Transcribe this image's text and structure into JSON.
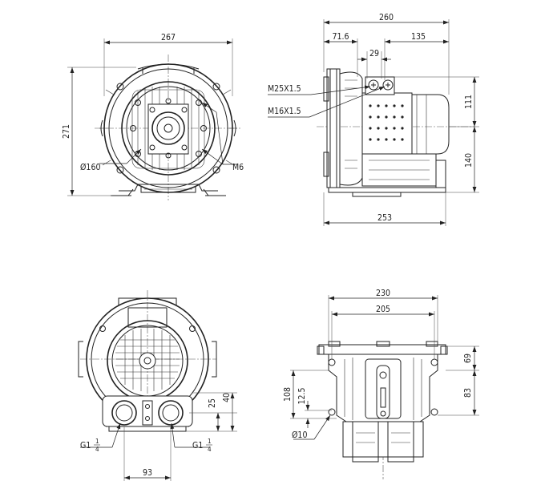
{
  "dimensions": {
    "front_width": "267",
    "front_height": "271",
    "flange_diameter": "Ø160",
    "bolt_thread": "M6",
    "side_total_width": "260",
    "side_offset_left": "71.6",
    "side_offset_right": "135",
    "side_terminal_offset": "29",
    "side_upper_height": "111",
    "side_lower_height": "140",
    "side_base_length": "253",
    "cable_gland_large": "M25X1.5",
    "cable_gland_small": "M16X1.5",
    "bottom_width": "230",
    "bottom_hole_spacing": "205",
    "bottom_upper_height": "69",
    "bottom_lower_height": "83",
    "bottom_total_height": "108",
    "bottom_port_offset": "12.5",
    "mount_hole_diameter": "Ø10",
    "port_height_small": "25",
    "port_height_large": "40",
    "port_spacing": "93",
    "port_thread_left": "G1",
    "port_thread_right": "G1",
    "port_fraction_num": "1",
    "port_fraction_den": "4"
  }
}
